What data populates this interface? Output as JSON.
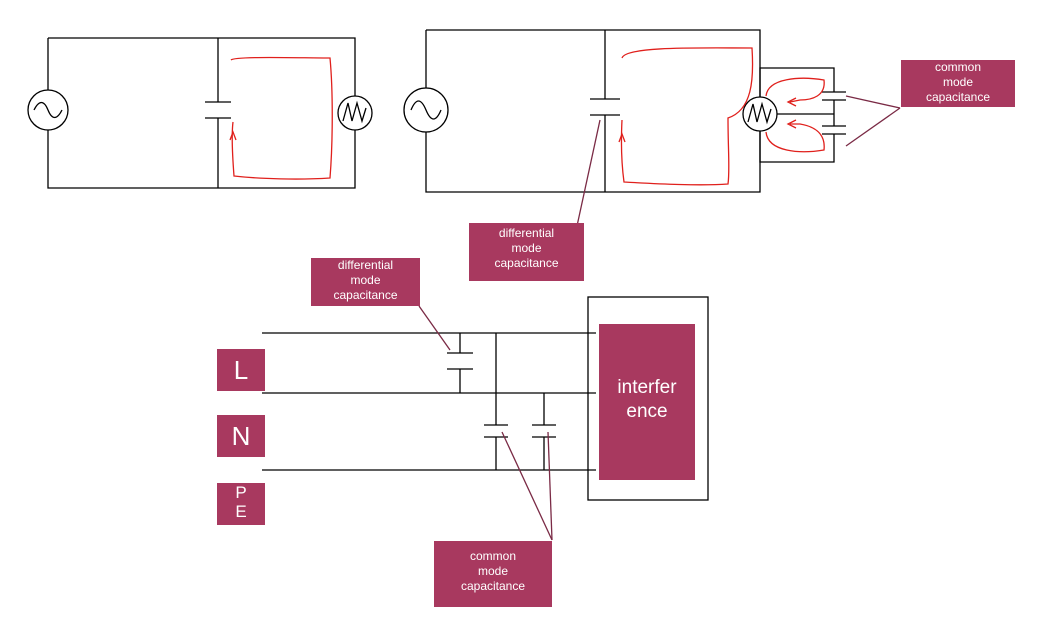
{
  "colors": {
    "wire": "#000000",
    "current_loop": "#e0201c",
    "label_fill": "#a8395f",
    "label_text": "#ffffff",
    "leader": "#7a2a45"
  },
  "diagram": {
    "labels": {
      "common_mode_top": "common mode capacitance",
      "differential_mode_top": "differential mode capacitance",
      "differential_mode_bottom": "differential mode capacitance",
      "common_mode_bottom": "common mode capacitance",
      "interference": "interference",
      "terminal_l": "L",
      "terminal_n": "N",
      "terminal_pe": "PE"
    },
    "label_display": {
      "common_mode_top": [
        "common",
        "mode",
        "capacitance"
      ],
      "differential_mode_top": [
        "differential",
        "mode",
        "capacitance"
      ],
      "differential_mode_bottom": [
        "differential",
        "mode",
        "capacitance"
      ],
      "common_mode_bottom": [
        "common",
        "mode",
        "capacitance"
      ],
      "interference": [
        "interfer",
        "ence"
      ],
      "terminal_pe": [
        "P",
        "E"
      ]
    },
    "icons": [
      "ac-source-icon",
      "capacitor-icon",
      "load-icon"
    ]
  }
}
